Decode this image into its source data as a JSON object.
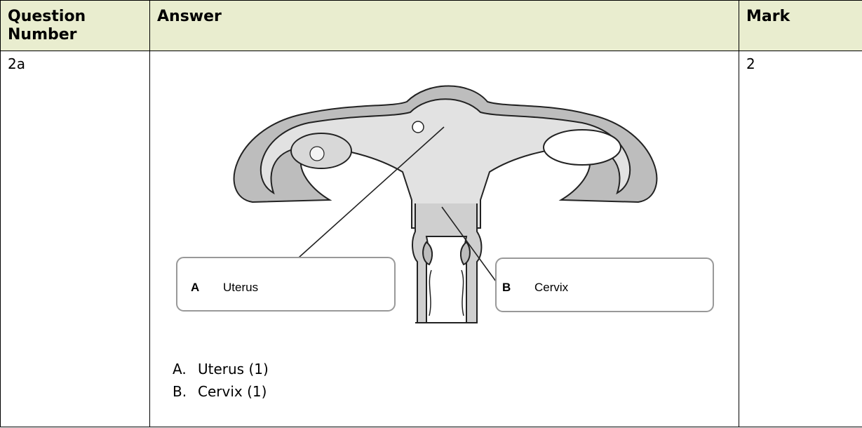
{
  "header": {
    "question_number": "Question Number",
    "answer": "Answer",
    "mark": "Mark"
  },
  "row": {
    "question": "2a",
    "mark": "2"
  },
  "diagram": {
    "label_a_letter": "A",
    "label_a_text": "Uterus",
    "label_b_letter": "B",
    "label_b_text": "Cervix"
  },
  "answers": [
    {
      "letter": "A.",
      "text": "Uterus (1)"
    },
    {
      "letter": "B.",
      "text": "Cervix (1)"
    }
  ]
}
